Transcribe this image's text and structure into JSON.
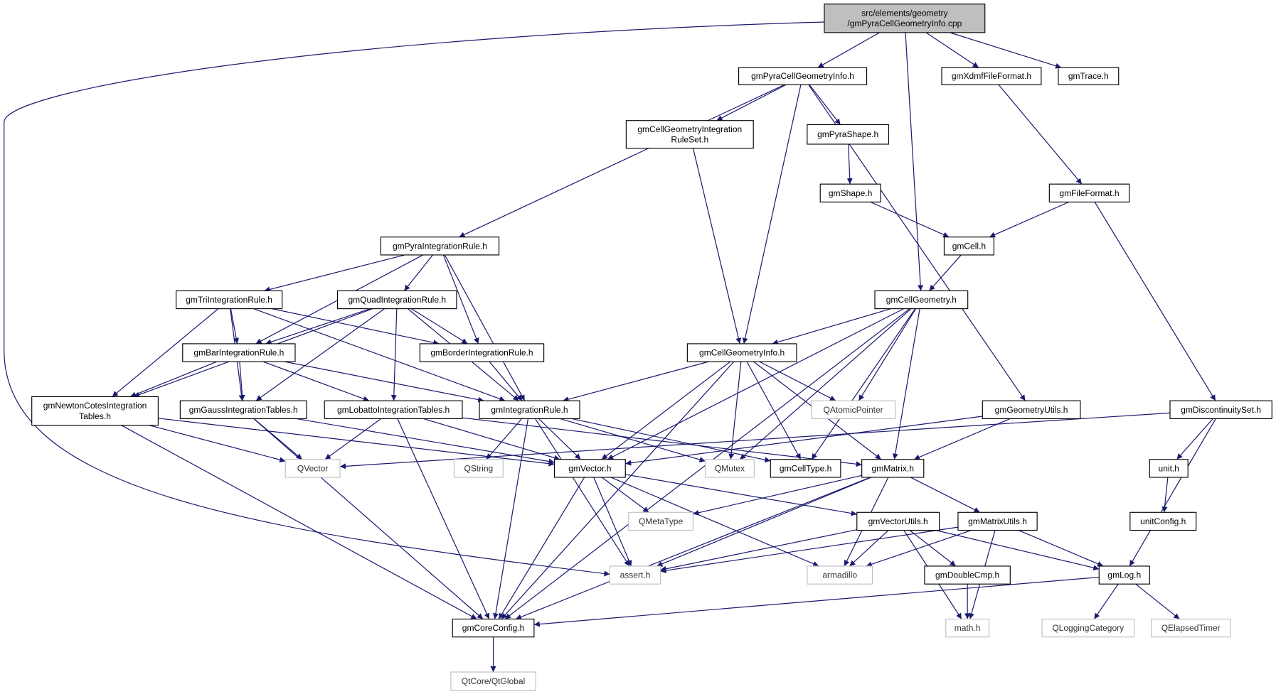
{
  "graph": {
    "edge_color": "#191970",
    "root_fill": "#bfbfbf",
    "external_border": "#bfbfbf",
    "nodes": {
      "root": {
        "label": [
          "src/elements/geometry",
          "/gmPyraCellGeometryInfo.cpp"
        ],
        "kind": "root"
      },
      "pyraCellGeomInfo": {
        "label": [
          "gmPyraCellGeometryInfo.h"
        ],
        "kind": "local"
      },
      "xdmf": {
        "label": [
          "gmXdmfFileFormat.h"
        ],
        "kind": "local"
      },
      "trace": {
        "label": [
          "gmTrace.h"
        ],
        "kind": "local"
      },
      "ruleSet": {
        "label": [
          "gmCellGeometryIntegration",
          "RuleSet.h"
        ],
        "kind": "local"
      },
      "pyraShape": {
        "label": [
          "gmPyraShape.h"
        ],
        "kind": "local"
      },
      "shape": {
        "label": [
          "gmShape.h"
        ],
        "kind": "local"
      },
      "fileFormat": {
        "label": [
          "gmFileFormat.h"
        ],
        "kind": "local"
      },
      "cell": {
        "label": [
          "gmCell.h"
        ],
        "kind": "local"
      },
      "pyraIntRule": {
        "label": [
          "gmPyraIntegrationRule.h"
        ],
        "kind": "local"
      },
      "cellGeometry": {
        "label": [
          "gmCellGeometry.h"
        ],
        "kind": "local"
      },
      "triIntRule": {
        "label": [
          "gmTriIntegrationRule.h"
        ],
        "kind": "local"
      },
      "quadIntRule": {
        "label": [
          "gmQuadIntegrationRule.h"
        ],
        "kind": "local"
      },
      "barIntRule": {
        "label": [
          "gmBarIntegrationRule.h"
        ],
        "kind": "local"
      },
      "borderIntRule": {
        "label": [
          "gmBorderIntegrationRule.h"
        ],
        "kind": "local"
      },
      "cellGeomInfo": {
        "label": [
          "gmCellGeometryInfo.h"
        ],
        "kind": "local"
      },
      "newtonCotes": {
        "label": [
          "gmNewtonCotesIntegration",
          "Tables.h"
        ],
        "kind": "local"
      },
      "gauss": {
        "label": [
          "gmGaussIntegrationTables.h"
        ],
        "kind": "local"
      },
      "lobatto": {
        "label": [
          "gmLobattoIntegrationTables.h"
        ],
        "kind": "local"
      },
      "intRule": {
        "label": [
          "gmIntegrationRule.h"
        ],
        "kind": "local"
      },
      "qAtomicPointer": {
        "label": [
          "QAtomicPointer"
        ],
        "kind": "external"
      },
      "geometryUtils": {
        "label": [
          "gmGeometryUtils.h"
        ],
        "kind": "local"
      },
      "discontinuitySet": {
        "label": [
          "gmDiscontinuitySet.h"
        ],
        "kind": "local"
      },
      "qVector": {
        "label": [
          "QVector"
        ],
        "kind": "external"
      },
      "qString": {
        "label": [
          "QString"
        ],
        "kind": "external"
      },
      "vector": {
        "label": [
          "gmVector.h"
        ],
        "kind": "local"
      },
      "qMutex": {
        "label": [
          "QMutex"
        ],
        "kind": "external"
      },
      "cellType": {
        "label": [
          "gmCellType.h"
        ],
        "kind": "local"
      },
      "matrix": {
        "label": [
          "gmMatrix.h"
        ],
        "kind": "local"
      },
      "unit": {
        "label": [
          "unit.h"
        ],
        "kind": "local"
      },
      "qMetaType": {
        "label": [
          "QMetaType"
        ],
        "kind": "external"
      },
      "vectorUtils": {
        "label": [
          "gmVectorUtils.h"
        ],
        "kind": "local"
      },
      "matrixUtils": {
        "label": [
          "gmMatrixUtils.h"
        ],
        "kind": "local"
      },
      "unitConfig": {
        "label": [
          "unitConfig.h"
        ],
        "kind": "local"
      },
      "assert": {
        "label": [
          "assert.h"
        ],
        "kind": "external"
      },
      "armadillo": {
        "label": [
          "armadillo"
        ],
        "kind": "external"
      },
      "doubleCmp": {
        "label": [
          "gmDoubleCmp.h"
        ],
        "kind": "local"
      },
      "log": {
        "label": [
          "gmLog.h"
        ],
        "kind": "local"
      },
      "coreConfig": {
        "label": [
          "gmCoreConfig.h"
        ],
        "kind": "local"
      },
      "math": {
        "label": [
          "math.h"
        ],
        "kind": "external"
      },
      "qLoggingCategory": {
        "label": [
          "QLoggingCategory"
        ],
        "kind": "external"
      },
      "qElapsedTimer": {
        "label": [
          "QElapsedTimer"
        ],
        "kind": "external"
      },
      "qtGlobal": {
        "label": [
          "QtCore/QtGlobal"
        ],
        "kind": "external"
      }
    },
    "edges": [
      [
        "root",
        "pyraCellGeomInfo"
      ],
      [
        "root",
        "cellGeometry"
      ],
      [
        "root",
        "xdmf"
      ],
      [
        "root",
        "trace"
      ],
      [
        "root",
        "assert"
      ],
      [
        "pyraCellGeomInfo",
        "pyraIntRule"
      ],
      [
        "pyraCellGeomInfo",
        "ruleSet"
      ],
      [
        "pyraCellGeomInfo",
        "cellGeomInfo"
      ],
      [
        "pyraCellGeomInfo",
        "pyraShape"
      ],
      [
        "pyraCellGeomInfo",
        "geometryUtils"
      ],
      [
        "xdmf",
        "fileFormat"
      ],
      [
        "pyraShape",
        "shape"
      ],
      [
        "shape",
        "cell"
      ],
      [
        "fileFormat",
        "cell"
      ],
      [
        "fileFormat",
        "discontinuitySet"
      ],
      [
        "cell",
        "cellGeometry"
      ],
      [
        "ruleSet",
        "cellGeomInfo"
      ],
      [
        "pyraIntRule",
        "triIntRule"
      ],
      [
        "pyraIntRule",
        "quadIntRule"
      ],
      [
        "pyraIntRule",
        "barIntRule"
      ],
      [
        "pyraIntRule",
        "borderIntRule"
      ],
      [
        "pyraIntRule",
        "intRule"
      ],
      [
        "triIntRule",
        "barIntRule"
      ],
      [
        "triIntRule",
        "borderIntRule"
      ],
      [
        "triIntRule",
        "newtonCotes"
      ],
      [
        "triIntRule",
        "gauss"
      ],
      [
        "triIntRule",
        "intRule"
      ],
      [
        "quadIntRule",
        "barIntRule"
      ],
      [
        "quadIntRule",
        "borderIntRule"
      ],
      [
        "quadIntRule",
        "newtonCotes"
      ],
      [
        "quadIntRule",
        "gauss"
      ],
      [
        "quadIntRule",
        "lobatto"
      ],
      [
        "quadIntRule",
        "intRule"
      ],
      [
        "barIntRule",
        "newtonCotes"
      ],
      [
        "barIntRule",
        "gauss"
      ],
      [
        "barIntRule",
        "lobatto"
      ],
      [
        "barIntRule",
        "intRule"
      ],
      [
        "borderIntRule",
        "intRule"
      ],
      [
        "cellGeometry",
        "cellGeomInfo"
      ],
      [
        "cellGeometry",
        "vector"
      ],
      [
        "cellGeometry",
        "qAtomicPointer"
      ],
      [
        "cellGeometry",
        "qMutex"
      ],
      [
        "cellGeometry",
        "cellType"
      ],
      [
        "cellGeometry",
        "matrix"
      ],
      [
        "cellGeometry",
        "coreConfig"
      ],
      [
        "cellGeomInfo",
        "intRule"
      ],
      [
        "cellGeomInfo",
        "vector"
      ],
      [
        "cellGeomInfo",
        "qAtomicPointer"
      ],
      [
        "cellGeomInfo",
        "qMutex"
      ],
      [
        "cellGeomInfo",
        "cellType"
      ],
      [
        "cellGeomInfo",
        "matrix"
      ],
      [
        "cellGeomInfo",
        "coreConfig"
      ],
      [
        "newtonCotes",
        "qVector"
      ],
      [
        "newtonCotes",
        "vector"
      ],
      [
        "newtonCotes",
        "coreConfig"
      ],
      [
        "gauss",
        "qVector"
      ],
      [
        "gauss",
        "vector"
      ],
      [
        "gauss",
        "coreConfig"
      ],
      [
        "lobatto",
        "qVector"
      ],
      [
        "lobatto",
        "vector"
      ],
      [
        "lobatto",
        "coreConfig"
      ],
      [
        "lobatto",
        "matrix"
      ],
      [
        "intRule",
        "qString"
      ],
      [
        "intRule",
        "vector"
      ],
      [
        "intRule",
        "qMutex"
      ],
      [
        "intRule",
        "cellType"
      ],
      [
        "intRule",
        "assert"
      ],
      [
        "intRule",
        "coreConfig"
      ],
      [
        "geometryUtils",
        "vector"
      ],
      [
        "geometryUtils",
        "matrix"
      ],
      [
        "discontinuitySet",
        "qVector"
      ],
      [
        "discontinuitySet",
        "unit"
      ],
      [
        "discontinuitySet",
        "log"
      ],
      [
        "vector",
        "qMetaType"
      ],
      [
        "vector",
        "assert"
      ],
      [
        "vector",
        "coreConfig"
      ],
      [
        "vector",
        "armadillo"
      ],
      [
        "vector",
        "vectorUtils"
      ],
      [
        "matrix",
        "qMetaType"
      ],
      [
        "matrix",
        "assert"
      ],
      [
        "matrix",
        "armadillo"
      ],
      [
        "matrix",
        "coreConfig"
      ],
      [
        "matrix",
        "matrixUtils"
      ],
      [
        "unit",
        "unitConfig"
      ],
      [
        "vectorUtils",
        "assert"
      ],
      [
        "vectorUtils",
        "armadillo"
      ],
      [
        "vectorUtils",
        "doubleCmp"
      ],
      [
        "vectorUtils",
        "math"
      ],
      [
        "vectorUtils",
        "log"
      ],
      [
        "matrixUtils",
        "assert"
      ],
      [
        "matrixUtils",
        "armadillo"
      ],
      [
        "matrixUtils",
        "math"
      ],
      [
        "matrixUtils",
        "log"
      ],
      [
        "doubleCmp",
        "math"
      ],
      [
        "log",
        "coreConfig"
      ],
      [
        "log",
        "qLoggingCategory"
      ],
      [
        "log",
        "qElapsedTimer"
      ],
      [
        "coreConfig",
        "qtGlobal"
      ]
    ]
  }
}
